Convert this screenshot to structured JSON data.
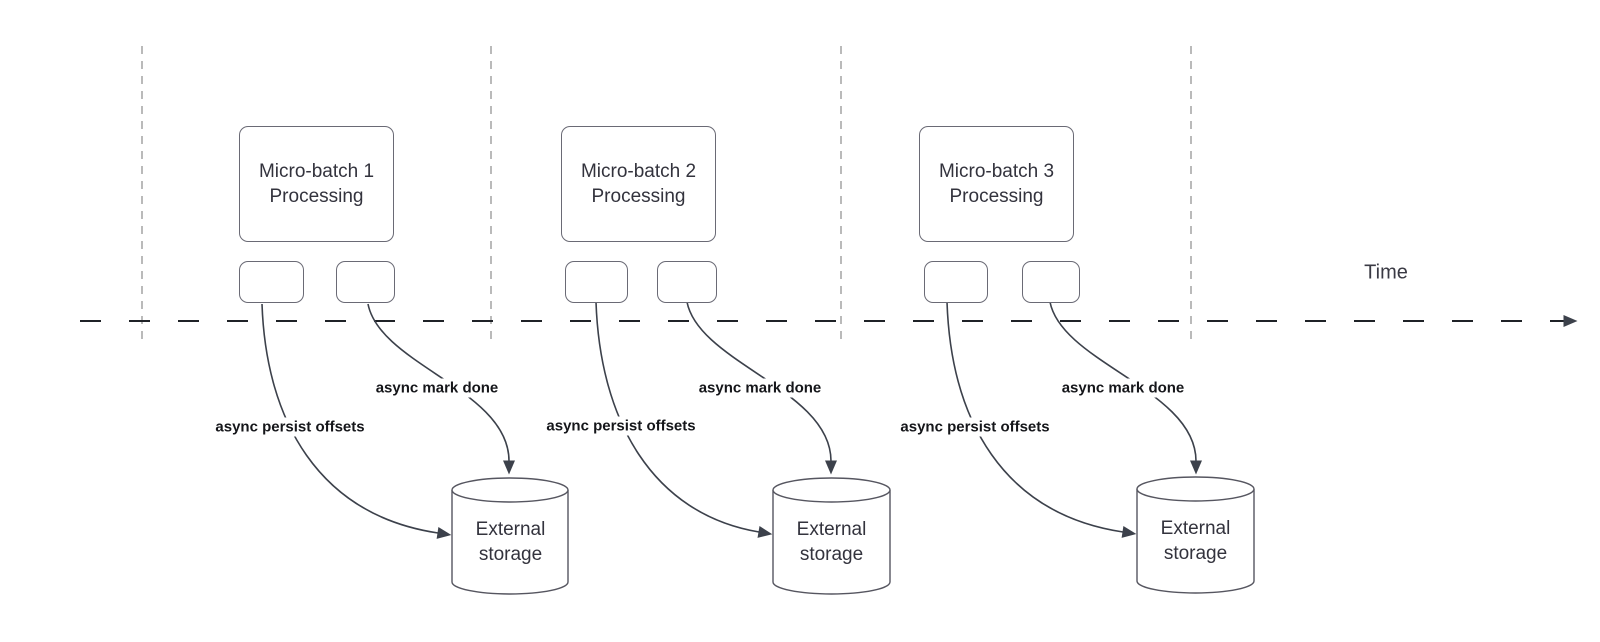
{
  "time_label": "Time",
  "groups": [
    {
      "title_line1": "Micro-batch 1",
      "title_line2": "Processing",
      "persist_label": "async persist offsets",
      "mark_done_label": "async mark done",
      "storage_label": "External storage"
    },
    {
      "title_line1": "Micro-batch 2",
      "title_line2": "Processing",
      "persist_label": "async persist offsets",
      "mark_done_label": "async mark done",
      "storage_label": "External storage"
    },
    {
      "title_line1": "Micro-batch 3",
      "title_line2": "Processing",
      "persist_label": "async persist offsets",
      "mark_done_label": "async mark done",
      "storage_label": "External storage"
    }
  ],
  "colors": {
    "background": "#ffffff",
    "connector_stroke": "#3c414b",
    "timeline_stroke": "#1f2227",
    "guide_line": "#a9a9a9",
    "box_border": "#6a6a75",
    "box_text": "#33333d",
    "label_text": "#15161a"
  }
}
